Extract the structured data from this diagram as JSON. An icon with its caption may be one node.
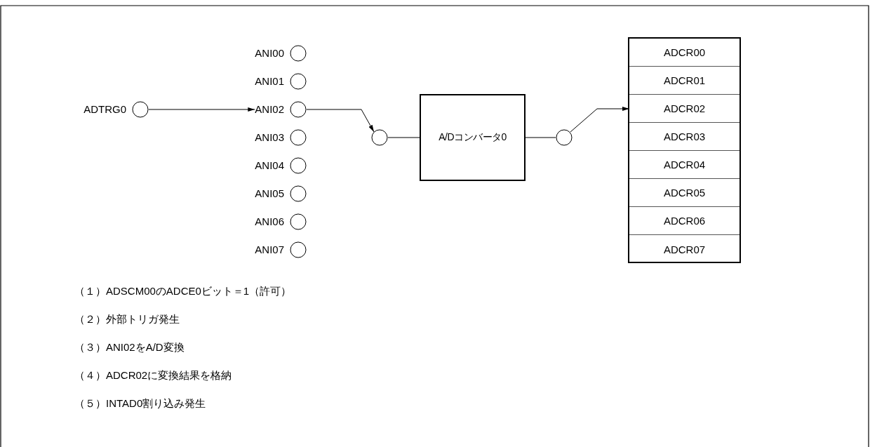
{
  "diagram": {
    "nodes": [
      {
        "text": [],
        "shape": "circle",
        "beside": [
          "ADTRG0"
        ]
      },
      {
        "text": [],
        "shape": "circle",
        "beside": [
          "ANI00"
        ]
      },
      {
        "text": [],
        "shape": "circle",
        "beside": [
          "ANI01"
        ]
      },
      {
        "text": [],
        "shape": "circle",
        "beside": [
          "ANI02"
        ]
      },
      {
        "text": [],
        "shape": "circle",
        "beside": [
          "ANI03"
        ]
      },
      {
        "text": [],
        "shape": "circle",
        "beside": [
          "ANI04"
        ]
      },
      {
        "text": [],
        "shape": "circle",
        "beside": [
          "ANI05"
        ]
      },
      {
        "text": [],
        "shape": "circle",
        "beside": [
          "ANI06"
        ]
      },
      {
        "text": [],
        "shape": "circle",
        "beside": [
          "ANI07"
        ]
      },
      {
        "text": [],
        "shape": "circle"
      },
      {
        "text": [
          "A/Dコンバータ0"
        ]
      },
      {
        "text": [],
        "shape": "circle"
      },
      {
        "text": [],
        "shape": "box"
      },
      {
        "text": [
          "ADCR00"
        ],
        "in": 12
      },
      {
        "text": [
          "ADCR01"
        ],
        "in": 12
      },
      {
        "text": [
          "ADCR02"
        ],
        "in": 12
      },
      {
        "text": [
          "ADCR03"
        ],
        "in": 12
      },
      {
        "text": [
          "ADCR04"
        ],
        "in": 12
      },
      {
        "text": [
          "ADCR05"
        ],
        "in": 12
      },
      {
        "text": [
          "ADCR06"
        ],
        "in": 12
      },
      {
        "text": [
          "ADCR07"
        ],
        "in": 12
      }
    ],
    "edges": [
      {
        "from": 0,
        "to": 3,
        "arrow": "to"
      },
      {
        "from": 3,
        "to": 9,
        "arrow": "to"
      },
      {
        "from": 9,
        "to": 10,
        "arrow": "none"
      },
      {
        "from": 10,
        "to": 11,
        "arrow": "none"
      },
      {
        "from": 11,
        "to": 15,
        "arrow": "to"
      }
    ],
    "labels": [
      "（１）ADSCM00のADCE0ビット＝1（許可）",
      "（２）外部トリガ発生",
      "（３）ANI02をA/D変換",
      "（４）ADCR02に変換結果を格納",
      "（５）INTAD0割り込み発生"
    ]
  }
}
